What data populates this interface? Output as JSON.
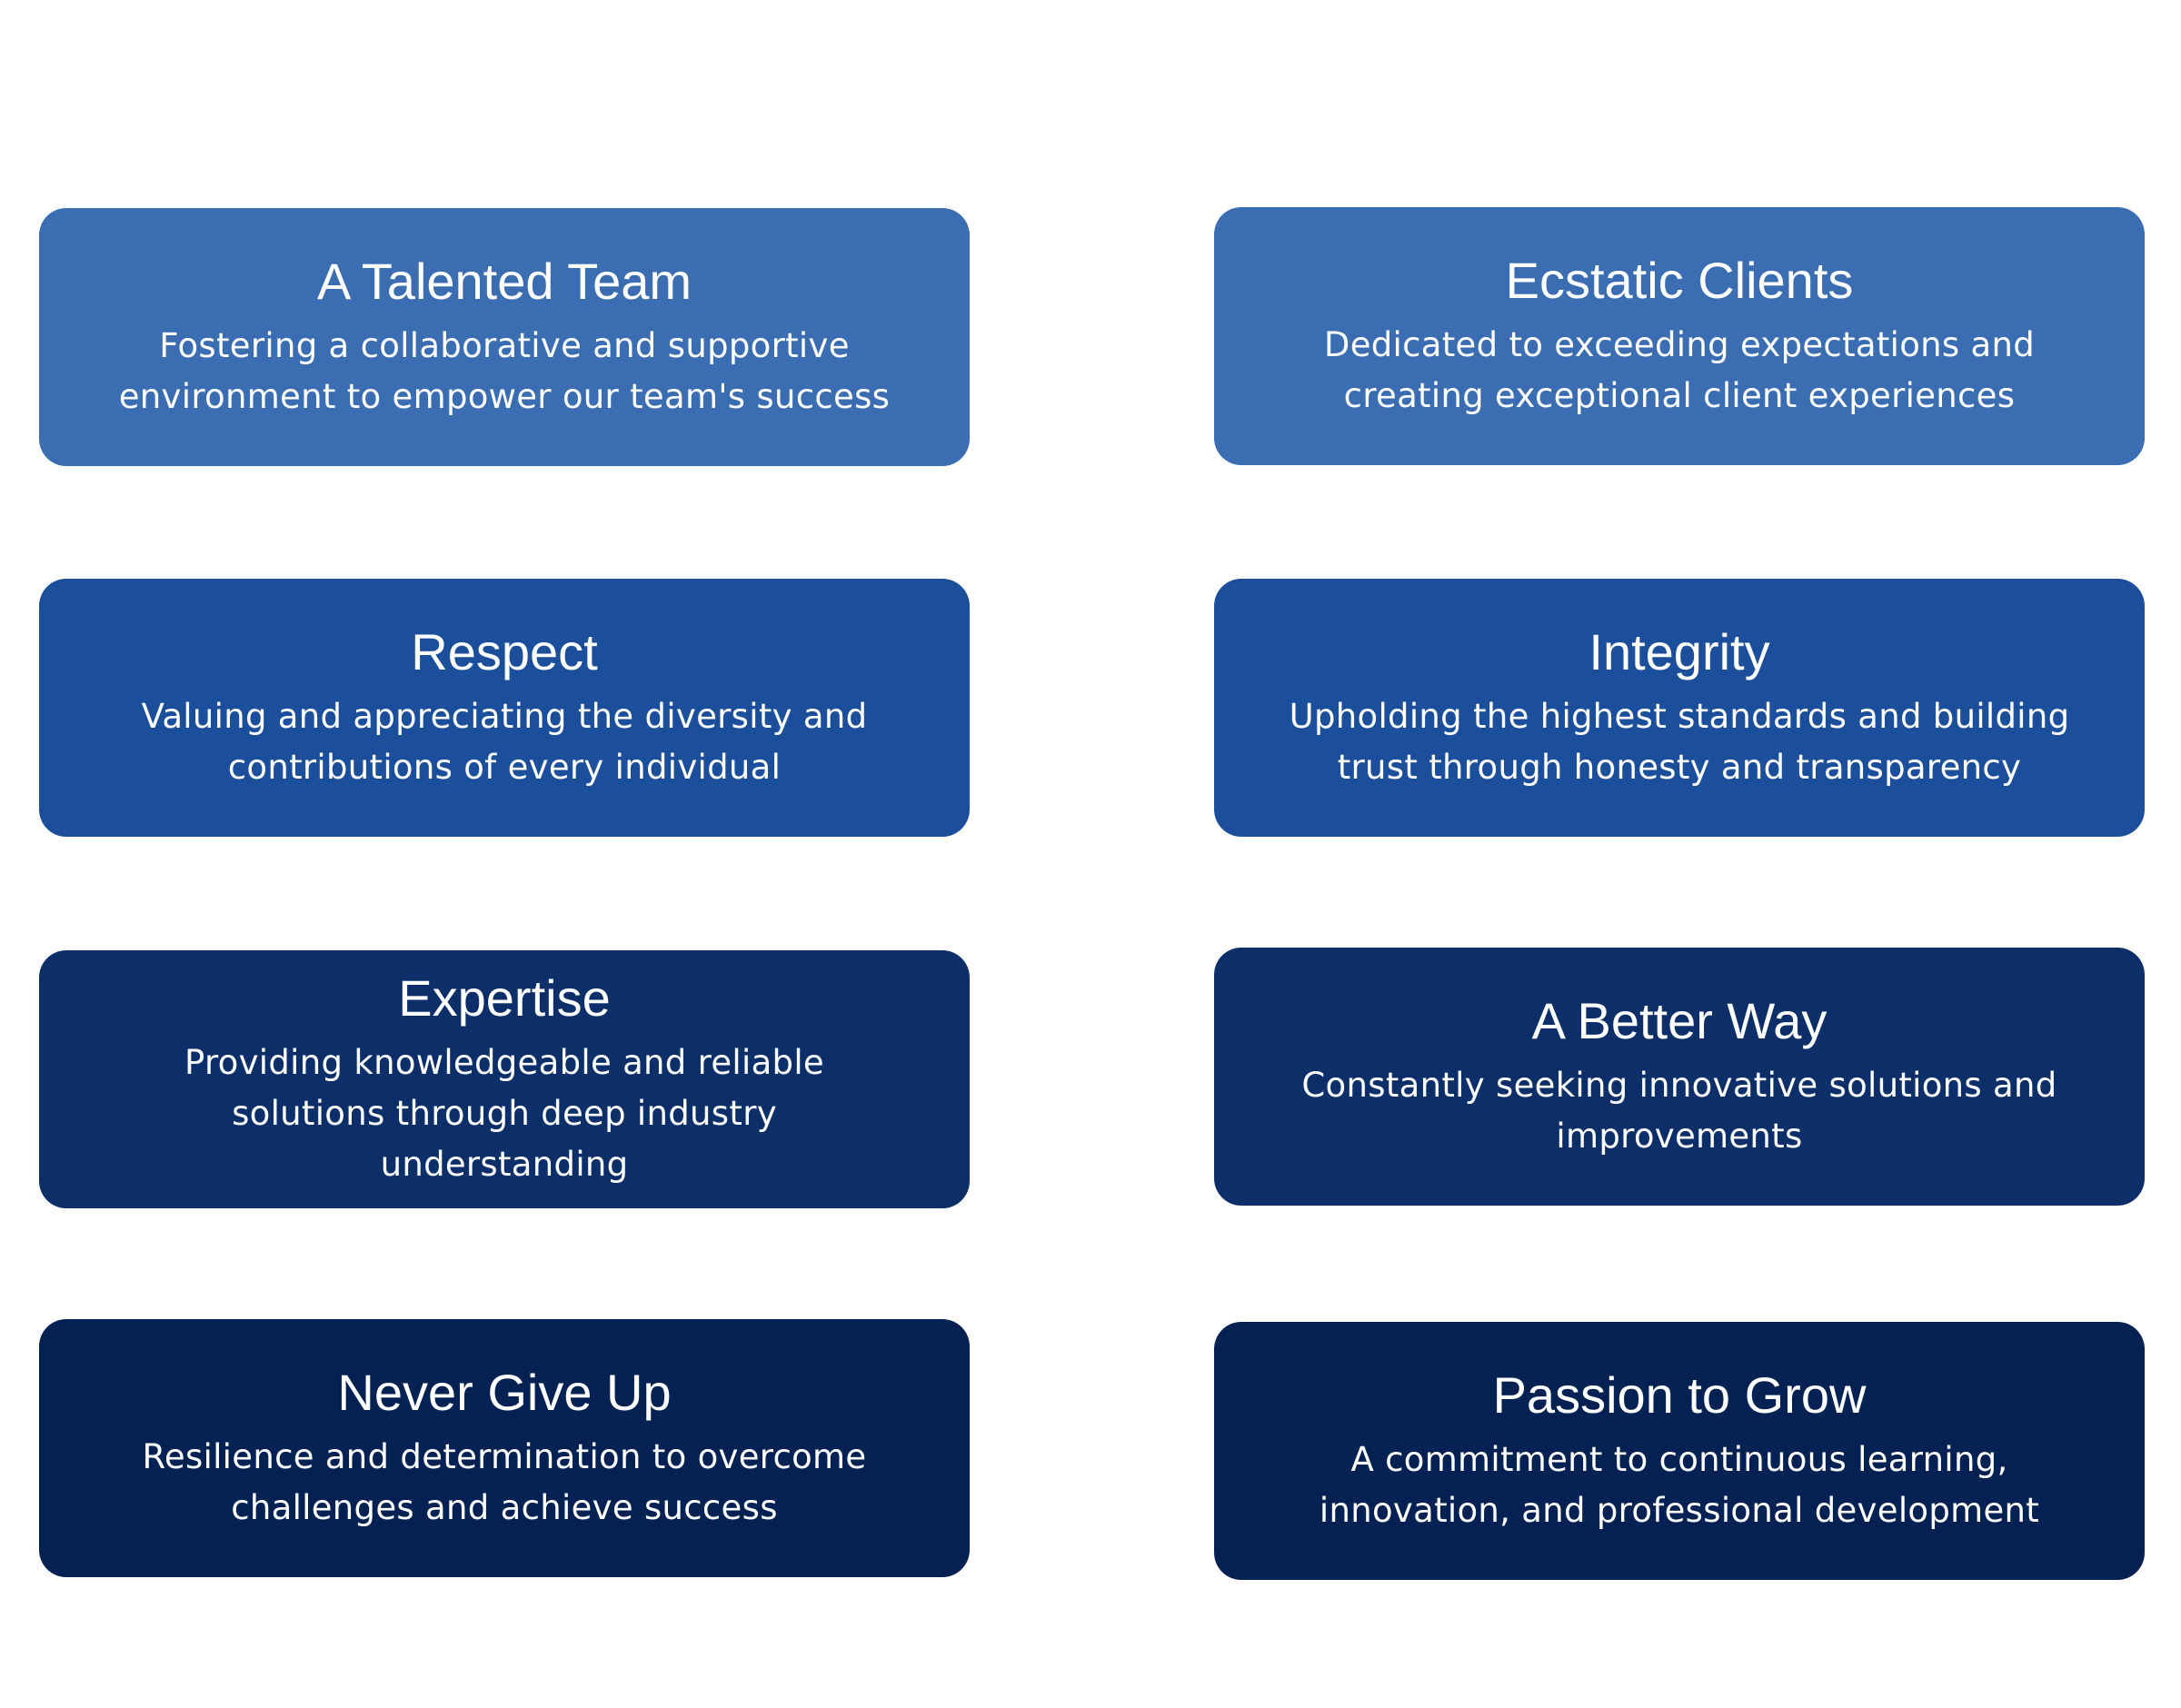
{
  "cards": [
    {
      "title": "A Talented Team",
      "description": "Fostering a collaborative and supportive environment to empower our team's success",
      "color": "#3b6db3"
    },
    {
      "title": "Ecstatic Clients",
      "description": "Dedicated to exceeding expectations and creating exceptional client experiences",
      "color": "#3b6db3"
    },
    {
      "title": "Respect",
      "description": "Valuing and appreciating the diversity and contributions of every individual",
      "color": "#1b4f9c"
    },
    {
      "title": "Integrity",
      "description": "Upholding the highest standards and building trust through honesty and transparency",
      "color": "#1b4f9c"
    },
    {
      "title": "Expertise",
      "description": "Providing knowledgeable and reliable solutions through deep industry understanding",
      "color": "#0c2f69"
    },
    {
      "title": "A Better Way",
      "description": "Constantly seeking innovative solutions and improvements",
      "color": "#0c2f69"
    },
    {
      "title": "Never Give Up",
      "description": "Resilience and determination to overcome challenges and achieve success",
      "color": "#032253"
    },
    {
      "title": "Passion to Grow",
      "description": "A commitment to continuous learning, innovation, and professional development",
      "color": "#032253"
    }
  ]
}
